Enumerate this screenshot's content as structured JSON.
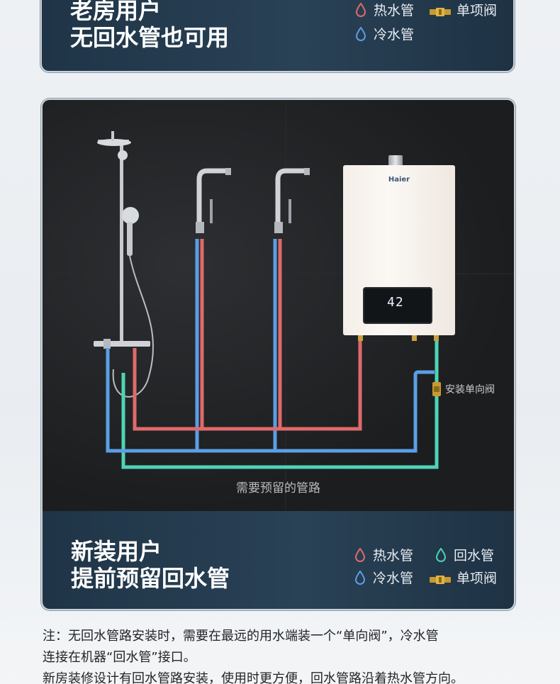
{
  "top_card": {
    "title_line1": "老房用户",
    "title_line2": "无回水管也可用",
    "legend_hot": "热水管",
    "legend_valve": "单项阀",
    "legend_cold": "冷水管"
  },
  "diagram": {
    "heater_brand": "Haier",
    "display_value": "42",
    "valve_label": "安装单向阀",
    "caption": "需要预留的管路"
  },
  "bottom_panel": {
    "title_line1": "新装用户",
    "title_line2": "提前预留回水管",
    "legend_hot": "热水管",
    "legend_return": "回水管",
    "legend_cold": "冷水管",
    "legend_valve": "单项阀"
  },
  "notes": {
    "line1": "注：无回水管路安装时，需要在最远的用水端装一个“单向阀”，冷水管",
    "line2": "连接在机器“回水管”接口。",
    "line3": "新房装修设计有回水管路安装，使用时更方便，回水管路沿着热水管方向。"
  },
  "colors": {
    "hot_pipe": "#e06a6a",
    "cold_pipe": "#5b9fe6",
    "return_pipe": "#4fd3b6",
    "valve": "#c89a2e",
    "panel": "#243a4e"
  }
}
